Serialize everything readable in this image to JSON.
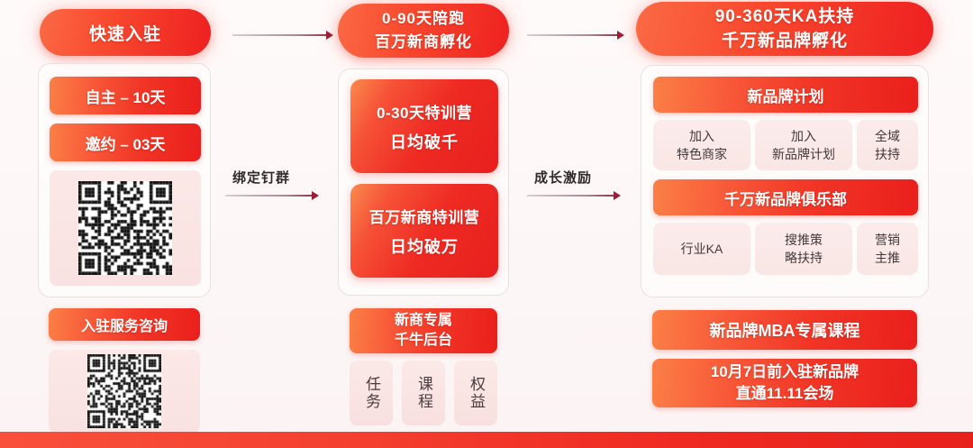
{
  "columns": [
    {
      "id": "quick-entry",
      "header": {
        "lines": [
          "快速入驻"
        ]
      },
      "panel_items": [
        {
          "type": "gbar",
          "lines": [
            "自主 – 10天"
          ]
        },
        {
          "type": "gbar",
          "lines": [
            "邀约 – 03天"
          ]
        },
        {
          "type": "qr",
          "label": "qr-code-entry"
        }
      ],
      "below_items": [
        {
          "type": "gbar",
          "lines": [
            "入驻服务咨询"
          ]
        },
        {
          "type": "qr",
          "label": "qr-code-service"
        }
      ]
    },
    {
      "id": "day-0-90",
      "header": {
        "lines": [
          "0-90天陪跑",
          "百万新商孵化"
        ]
      },
      "panel_items": [
        {
          "type": "gcard",
          "lines": [
            "0-30天特训营",
            "日均破千"
          ]
        },
        {
          "type": "gcard",
          "lines": [
            "百万新商特训营",
            "日均破万"
          ]
        }
      ],
      "below_items": [
        {
          "type": "gbar",
          "lines": [
            "新商专属",
            "千牛后台"
          ]
        }
      ],
      "vtiles": [
        "任务",
        "课程",
        "权益"
      ]
    },
    {
      "id": "day-90-360",
      "header": {
        "lines": [
          "90-360天KA扶持",
          "千万新品牌孵化"
        ]
      },
      "panel_items": [
        {
          "type": "gbar",
          "lines": [
            "新品牌计划"
          ]
        },
        {
          "type": "tilerow",
          "tiles": [
            {
              "lines": [
                "加入",
                "特色商家"
              ]
            },
            {
              "lines": [
                "加入",
                "新品牌计划"
              ]
            },
            {
              "lines": [
                "全域",
                "扶持"
              ]
            }
          ]
        },
        {
          "type": "gbar",
          "lines": [
            "千万新品牌俱乐部"
          ]
        },
        {
          "type": "tilerow",
          "tiles": [
            {
              "lines": [
                "行业KA"
              ]
            },
            {
              "lines": [
                "搜推策",
                "略扶持"
              ]
            },
            {
              "lines": [
                "营销",
                "主推"
              ]
            }
          ]
        }
      ],
      "below_items": [
        {
          "type": "gbar",
          "lines": [
            "新品牌MBA专属课程"
          ]
        },
        {
          "type": "gbar",
          "lines": [
            "10月7日前入驻新品牌",
            "直通11.11会场"
          ]
        }
      ]
    }
  ],
  "connectors": [
    {
      "id": "conn-top-1",
      "label": ""
    },
    {
      "id": "conn-top-2",
      "label": ""
    },
    {
      "id": "conn-mid-1",
      "label": "绑定钉群"
    },
    {
      "id": "conn-mid-2",
      "label": "成长激励"
    }
  ],
  "colors": {
    "accent_orange": "#fb7f46",
    "accent_red": "#ea1f1c",
    "tile_pink": "#fbeceb",
    "background": "#fdf7f7",
    "strip_red": "#ef2a22",
    "arrow": "#9e1c35"
  }
}
